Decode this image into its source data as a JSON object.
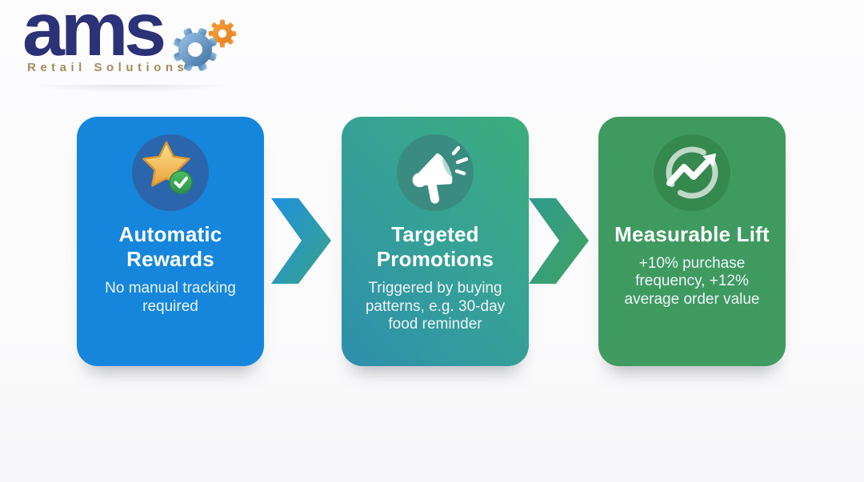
{
  "logo": {
    "brand": "ams",
    "tagline": "Retail Solutions",
    "brand_color": "#2b3277",
    "tagline_color": "#a8895c",
    "gear_blue": "#4a7cac",
    "gear_orange": "#f08a2b"
  },
  "flow": {
    "cards": [
      {
        "title": "Automatic Rewards",
        "description": "No manual tracking required",
        "icon": "star-check-icon",
        "bg": "#1586dc",
        "badge_bg": "#2b66ad"
      },
      {
        "title": "Targeted Promotions",
        "description": "Triggered by buying patterns, e.g. 30-day food reminder",
        "icon": "megaphone-icon",
        "bg": "linear-gradient(50deg, #2e8fad 0%, #36a295 55%, #3cae7b 100%)",
        "badge_bg": "#3a8c81"
      },
      {
        "title": "Measurable Lift",
        "description": "+10% purchase frequency, +12% average order value",
        "icon": "trend-up-icon",
        "bg": "#3f9a60",
        "badge_bg": "#35894f"
      }
    ],
    "arrows": [
      {
        "gradient_from": "#1e90e0",
        "gradient_to": "#38a28e"
      },
      {
        "gradient_from": "#2f9b8e",
        "gradient_to": "#3fa264"
      }
    ]
  }
}
